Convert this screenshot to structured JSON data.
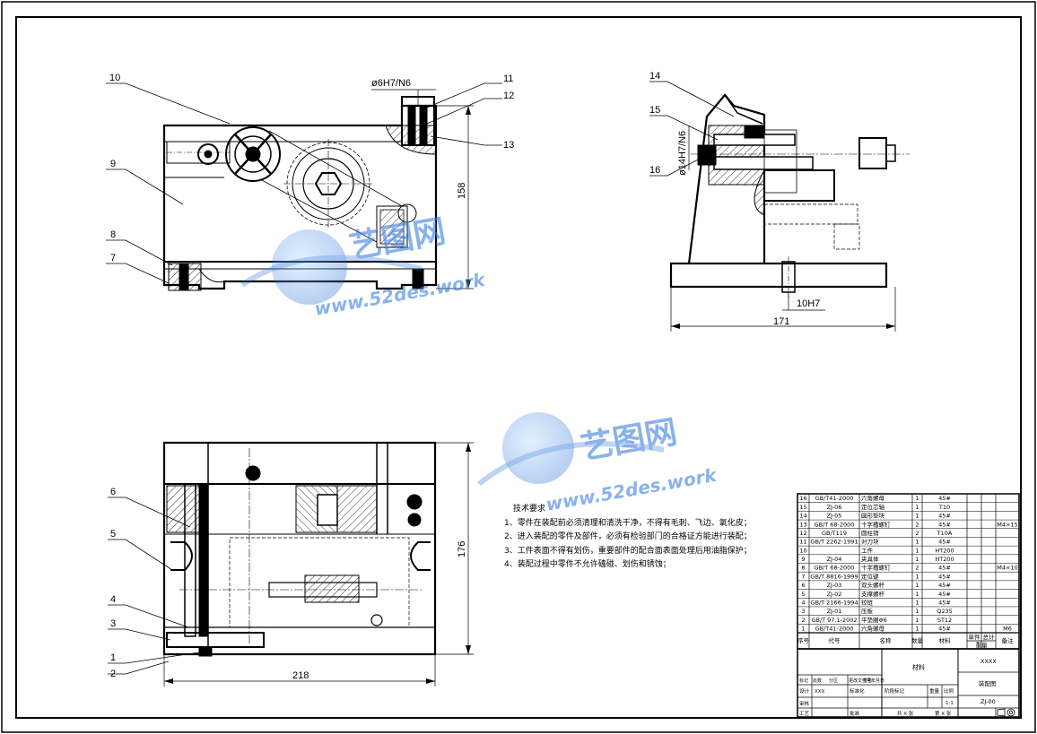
{
  "dimensions": {
    "fit_top": "ø6H7/N6",
    "height_front": "158",
    "fit_side_v": "ø14H7/N6",
    "fit_side_h": "10H7",
    "width_side": "171",
    "height_top": "176",
    "width_top": "218"
  },
  "balloons": {
    "b1": "1",
    "b2": "2",
    "b3": "3",
    "b4": "4",
    "b5": "5",
    "b6": "6",
    "b7": "7",
    "b8": "8",
    "b9": "9",
    "b10": "10",
    "b11": "11",
    "b12": "12",
    "b13": "13",
    "b14": "14",
    "b15": "15",
    "b16": "16"
  },
  "watermark": {
    "cn": "艺图网",
    "url": "www.52des.work"
  },
  "tech_requirements": {
    "title": "技术要求",
    "items": [
      "1、零件在装配前必须清理和清洗干净，不得有毛刺、飞边、氧化皮；",
      "2、进入装配的零件及部件，必须有检验部门的合格证方能进行装配；",
      "3、工件表面不得有划伤，重要部件的配合面表面处理后用油脂保护；",
      "4、装配过程中零件不允许磕碰、划伤和锈蚀；"
    ]
  },
  "bom": {
    "rows": [
      {
        "no": "16",
        "code": "GB/T41-2000",
        "name": "六角螺母",
        "qty": "1",
        "mat": "45#",
        "note": ""
      },
      {
        "no": "15",
        "code": "ZJ-06",
        "name": "定位芯轴",
        "qty": "1",
        "mat": "T10",
        "note": ""
      },
      {
        "no": "14",
        "code": "ZJ-05",
        "name": "圆形垫块",
        "qty": "1",
        "mat": "45#",
        "note": ""
      },
      {
        "no": "13",
        "code": "GB/T 68-2000",
        "name": "十字槽螺钉",
        "qty": "2",
        "mat": "45#",
        "note": "M4×15"
      },
      {
        "no": "12",
        "code": "GB/T119",
        "name": "圆柱销",
        "qty": "2",
        "mat": "T10A",
        "note": ""
      },
      {
        "no": "11",
        "code": "GB/T 2262-1991",
        "name": "对刀块",
        "qty": "1",
        "mat": "45#",
        "note": ""
      },
      {
        "no": "10",
        "code": "",
        "name": "工件",
        "qty": "1",
        "mat": "HT200",
        "note": ""
      },
      {
        "no": "9",
        "code": "ZJ-04",
        "name": "夹具体",
        "qty": "1",
        "mat": "HT200",
        "note": ""
      },
      {
        "no": "8",
        "code": "GB/T 68-2000",
        "name": "十字槽螺钉",
        "qty": "2",
        "mat": "45#",
        "note": "M4×10"
      },
      {
        "no": "7",
        "code": "GB/T 8816-1999",
        "name": "定位键",
        "qty": "1",
        "mat": "45#",
        "note": ""
      },
      {
        "no": "6",
        "code": "ZJ-03",
        "name": "双头螺杆",
        "qty": "1",
        "mat": "45#",
        "note": ""
      },
      {
        "no": "5",
        "code": "ZJ-02",
        "name": "支撑螺杆",
        "qty": "1",
        "mat": "45#",
        "note": ""
      },
      {
        "no": "4",
        "code": "GB/T 2166-1994",
        "name": "铰链",
        "qty": "1",
        "mat": "45#",
        "note": ""
      },
      {
        "no": "3",
        "code": "ZJ-01",
        "name": "压板",
        "qty": "1",
        "mat": "Q235",
        "note": ""
      },
      {
        "no": "2",
        "code": "GB/T 97.1-2002",
        "name": "平垫圈Φ6",
        "qty": "1",
        "mat": "ST12",
        "note": ""
      },
      {
        "no": "1",
        "code": "GB/T41-2000",
        "name": "六角螺母",
        "qty": "1",
        "mat": "45#",
        "note": "M6"
      }
    ],
    "header": {
      "no": "序号",
      "code": "代号",
      "name": "名称",
      "qty": "数量",
      "mat": "材料",
      "unit": "单件",
      "total": "总计",
      "weight": "重量",
      "note": "备注"
    }
  },
  "title_block": {
    "company": "XXXX",
    "material_label": "材料",
    "drawing_name": "装配图",
    "drawing_no": "ZJ-00",
    "stage_label": "阶段标记",
    "weight_label": "重量",
    "scale_label": "比例",
    "scale": "1:1",
    "sheets": "共 X 张",
    "sheet_no": "第 X 张",
    "revision_label": "标记",
    "zones_label": "处数",
    "partition_label": "分区",
    "change_doc_label": "更改文件号",
    "sign_label": "签名",
    "date_label": "年月日",
    "design_label": "设计",
    "designer": "XXX",
    "standard_label": "标准化",
    "check_label": "审核",
    "process_label": "工艺",
    "approve_label": "批准"
  }
}
